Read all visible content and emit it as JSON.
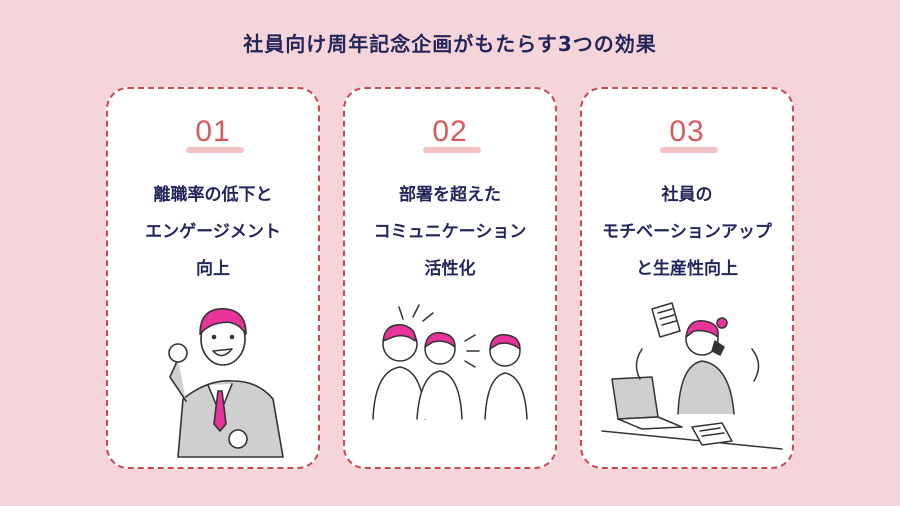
{
  "title": "社員向け周年記念企画がもたらす3つの効果",
  "cards": [
    {
      "number": "01",
      "lines": [
        "離職率の低下と",
        "エンゲージメント",
        "向上"
      ],
      "illustration": "cheering-man"
    },
    {
      "number": "02",
      "lines": [
        "部署を超えた",
        "コミュニケーション",
        "活性化"
      ],
      "illustration": "talking-group"
    },
    {
      "number": "03",
      "lines": [
        "社員の",
        "モチベーションアップ",
        "と生産性向上"
      ],
      "illustration": "busy-worker"
    }
  ],
  "colors": {
    "background": "#f5d5d9",
    "card": "#ffffff",
    "border": "#c94a4f",
    "number": "#d65a5f",
    "text": "#23265a",
    "accent_hair": "#e8339a"
  }
}
